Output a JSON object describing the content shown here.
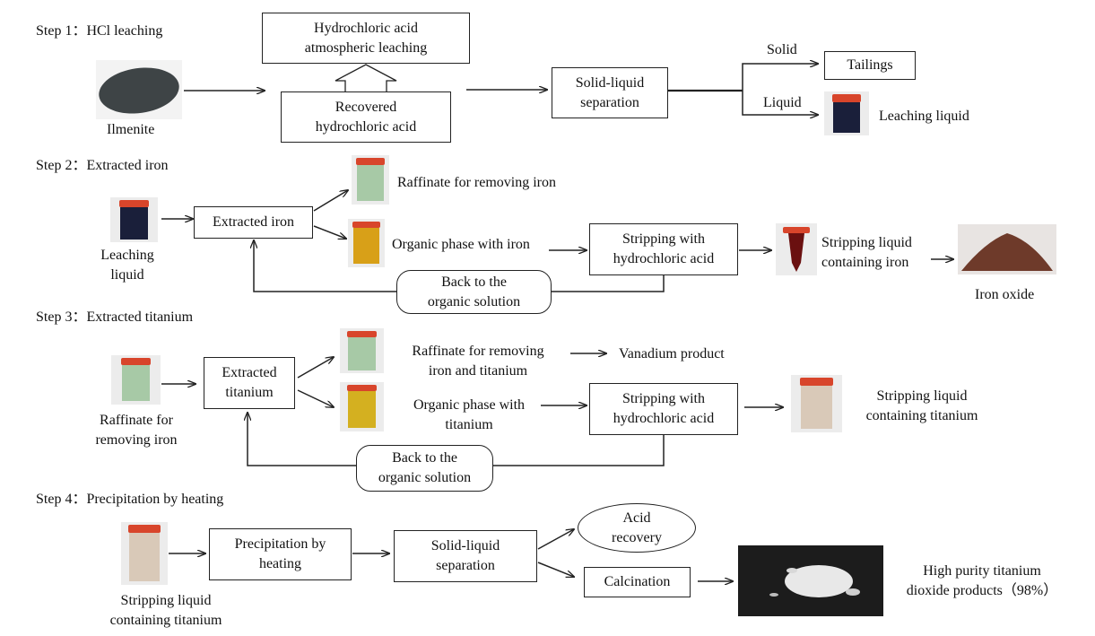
{
  "step1": {
    "title": "Step 1：HCl leaching",
    "ilmenite_label": "Ilmenite",
    "leach_box": [
      "Hydrochloric acid",
      "atmospheric leaching"
    ],
    "recovered_box": [
      "Recovered",
      "hydrochloric acid"
    ],
    "separation_box": [
      "Solid-liquid",
      "separation"
    ],
    "solid_label": "Solid",
    "liquid_label": "Liquid",
    "tailings_box": "Tailings",
    "leaching_liquid_label": "Leaching liquid"
  },
  "step2": {
    "title": "Step 2：Extracted iron",
    "input_label": [
      "Leaching",
      "liquid"
    ],
    "extract_box": "Extracted iron",
    "raffinate_label": "Raffinate for removing iron",
    "organic_label": "Organic phase  with iron",
    "strip_box": [
      "Stripping with",
      "hydrochloric acid"
    ],
    "back_box": [
      "Back to the",
      "organic solution"
    ],
    "strip_liquid_label": [
      "Stripping liquid",
      "containing iron"
    ],
    "product_label": "Iron oxide"
  },
  "step3": {
    "title": "Step 3：Extracted titanium",
    "input_label": [
      "Raffinate for",
      "removing iron"
    ],
    "extract_box": [
      "Extracted",
      "titanium"
    ],
    "raffinate_label": [
      "Raffinate for removing",
      "iron and titanium"
    ],
    "vanadium_label": "Vanadium product",
    "organic_label": [
      "Organic phase  with",
      "titanium"
    ],
    "strip_box": [
      "Stripping with",
      "hydrochloric acid"
    ],
    "back_box": [
      "Back to the",
      "organic solution"
    ],
    "strip_liquid_label": [
      "Stripping liquid",
      "containing titanium"
    ]
  },
  "step4": {
    "title": "Step 4：Precipitation by heating",
    "input_label": [
      "Stripping liquid",
      "containing titanium"
    ],
    "precip_box": [
      "Precipitation by",
      "heating"
    ],
    "separation_box": [
      "Solid-liquid",
      "separation"
    ],
    "acid_oval": [
      "Acid",
      "recovery"
    ],
    "calcination_box": "Calcination",
    "product_label": [
      "High purity titanium",
      "dioxide products（98%）"
    ]
  },
  "colors": {
    "ilmenite": "#3e4446",
    "dark_liquid": "#1a1f3a",
    "green_liquid": "#a7c9a6",
    "yellow_liquid": "#d8a018",
    "iron_strip": "#6a1010",
    "iron_oxide": "#6e3a2a",
    "titanium_strip": "#d9c9b8",
    "tio2_bg": "#1c1c1c",
    "lid_red": "#d8452b"
  }
}
